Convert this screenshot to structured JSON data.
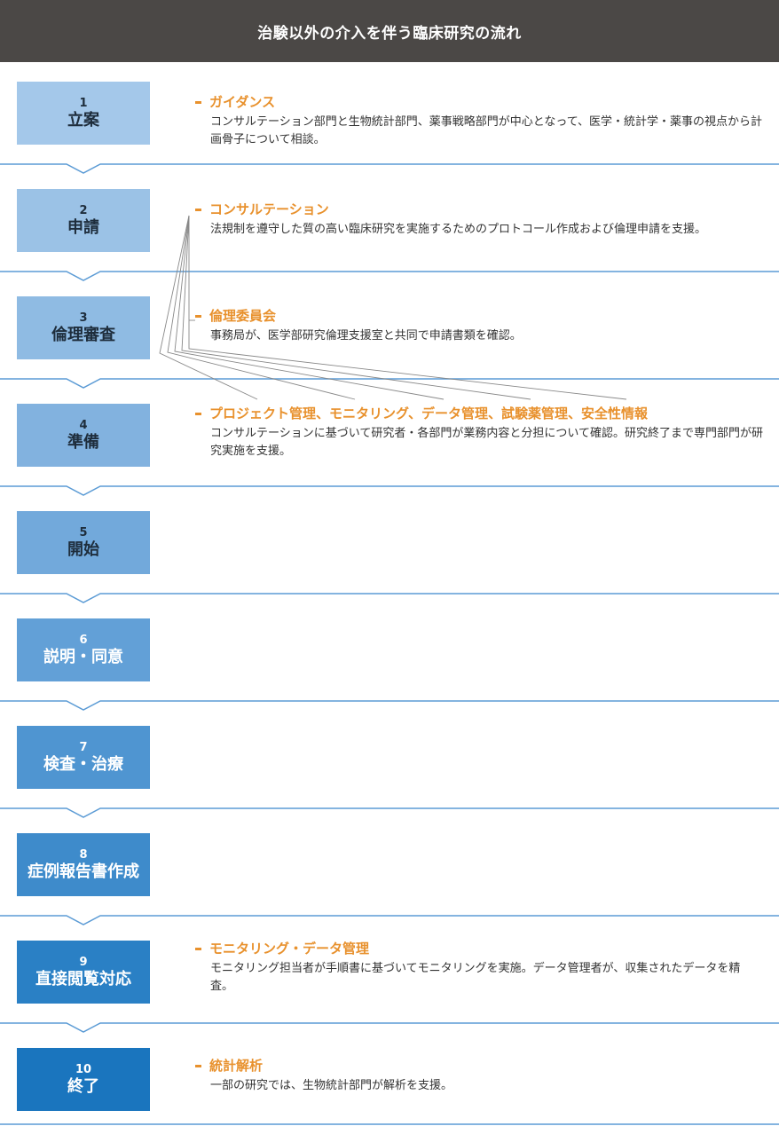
{
  "title": "治験以外の介入を伴う臨床研究の流れ",
  "steps": [
    {
      "num": "1",
      "label": "立案",
      "color": "#a4c8ea"
    },
    {
      "num": "2",
      "label": "申請",
      "color": "#9bc2e6"
    },
    {
      "num": "3",
      "label": "倫理審査",
      "color": "#8fbbe3"
    },
    {
      "num": "4",
      "label": "準備",
      "color": "#82b2df"
    },
    {
      "num": "5",
      "label": "開始",
      "color": "#72a9db"
    },
    {
      "num": "6",
      "label": "説明・同意",
      "color": "#62a0d7"
    },
    {
      "num": "7",
      "label": "検査・治療",
      "color": "#4f95d1"
    },
    {
      "num": "8",
      "label": "症例報告書作成",
      "color": "#3e8bcb"
    },
    {
      "num": "9",
      "label": "直接閲覧対応",
      "color": "#2a80c5"
    },
    {
      "num": "10",
      "label": "終了",
      "color": "#1a75be"
    }
  ],
  "descriptions": [
    {
      "title": "ガイダンス",
      "body": "コンサルテーション部門と生物統計部門、薬事戦略部門が中心となって、医学・統計学・薬事の視点から計画骨子について相談。"
    },
    {
      "title": "コンサルテーション",
      "body": "法規制を遵守した質の高い臨床研究を実施するためのプロトコール作成および倫理申請を支援。"
    },
    {
      "title": "倫理委員会",
      "body": "事務局が、医学部研究倫理支援室と共同で申請書類を確認。"
    },
    {
      "title": "プロジェクト管理、モニタリング、データ管理、試験薬管理、安全性情報",
      "body": "コンサルテーションに基づいて研究者・各部門が業務内容と分担について確認。研究終了まで専門部門が研究実施を支援。"
    },
    {
      "title": "モニタリング・データ管理",
      "body": "モニタリング担当者が手順書に基づいてモニタリングを実施。データ管理者が、収集されたデータを精査。"
    },
    {
      "title": "統計解析",
      "body": "一部の研究では、生物統計部門が解析を支援。"
    }
  ],
  "colors": {
    "separator": "#5b9bd5",
    "accent": "#e8912d",
    "header": "#4b4846",
    "connector": "#888888"
  }
}
